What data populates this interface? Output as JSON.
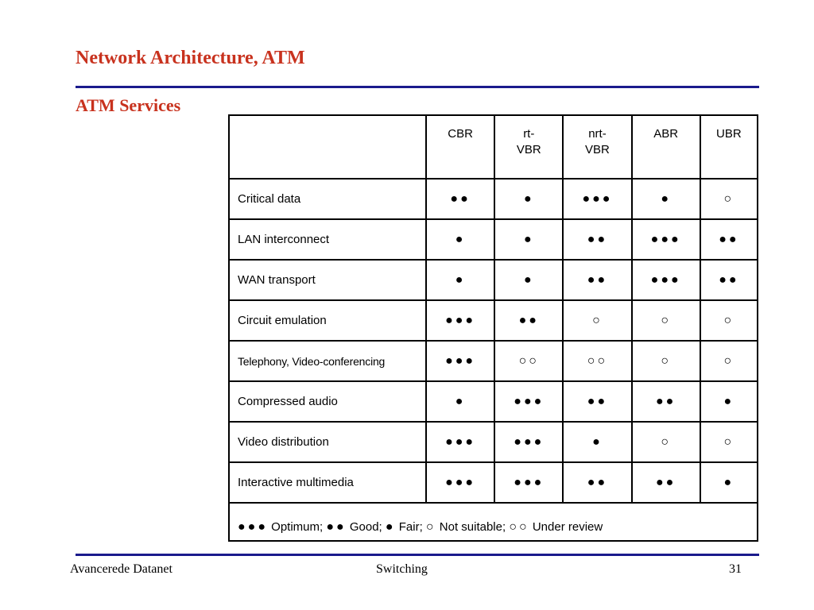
{
  "slide": {
    "title": "Network Architecture, ATM",
    "subtitle": "ATM Services"
  },
  "table": {
    "columns": [
      "CBR",
      "rt-\nVBR",
      "nrt-\nVBR",
      "ABR",
      "UBR"
    ],
    "rows": [
      {
        "label": "Critical data",
        "values": [
          "●●",
          "●",
          "●●●",
          "●",
          "○"
        ]
      },
      {
        "label": "LAN interconnect",
        "values": [
          "●",
          "●",
          "●●",
          "●●●",
          "●●"
        ]
      },
      {
        "label": "WAN transport",
        "values": [
          "●",
          "●",
          "●●",
          "●●●",
          "●●"
        ]
      },
      {
        "label": "Circuit emulation",
        "values": [
          "●●●",
          "●●",
          "○",
          "○",
          "○"
        ]
      },
      {
        "label": "Telephony, Video-conferencing",
        "values": [
          "●●●",
          "○○",
          "○○",
          "○",
          "○"
        ]
      },
      {
        "label": "Compressed audio",
        "values": [
          "●",
          "●●●",
          "●●",
          "●●",
          "●"
        ]
      },
      {
        "label": "Video distribution",
        "values": [
          "●●●",
          "●●●",
          "●",
          "○",
          "○"
        ]
      },
      {
        "label": "Interactive multimedia",
        "values": [
          "●●●",
          "●●●",
          "●●",
          "●●",
          "●"
        ]
      }
    ],
    "legend": [
      {
        "symbol": "●●●",
        "text": "Optimum;"
      },
      {
        "symbol": "●●",
        "text": "Good;"
      },
      {
        "symbol": "●",
        "text": "Fair;"
      },
      {
        "symbol": "○",
        "text": "Not suitable;"
      },
      {
        "symbol": "○○",
        "text": "Under review"
      }
    ]
  },
  "footer": {
    "left": "Avancerede Datanet",
    "center": "Switching",
    "page": "31"
  },
  "colors": {
    "title": "#c8321e",
    "rule": "#1a1a8c"
  }
}
